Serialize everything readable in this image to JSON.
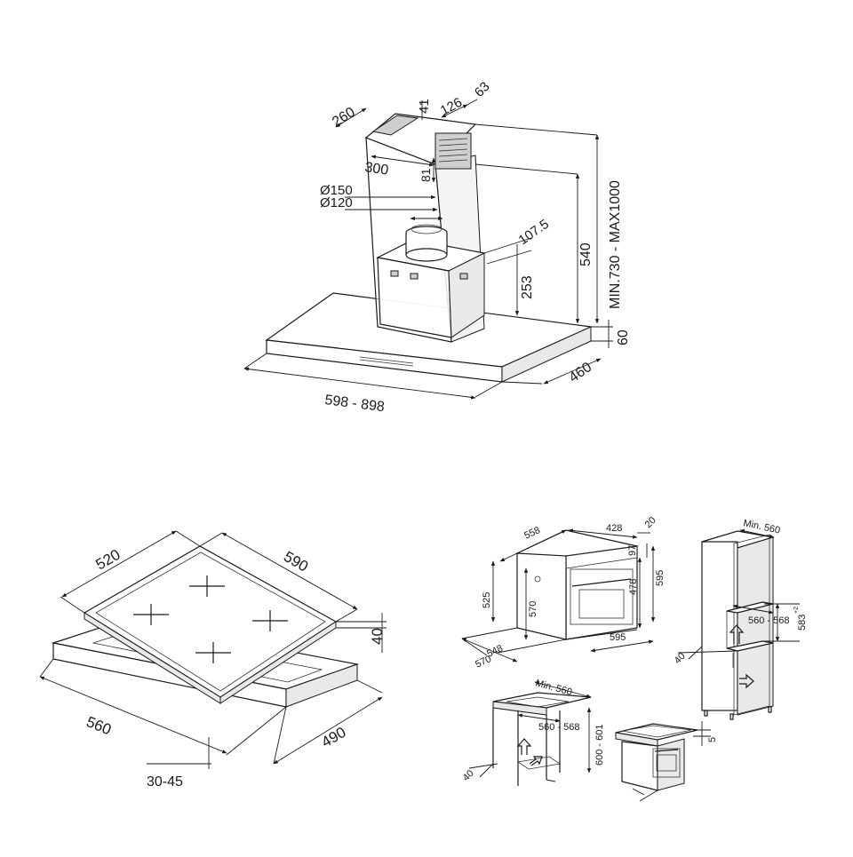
{
  "hood": {
    "labels": [
      "260",
      "41",
      "126",
      "63",
      "300",
      "81",
      "Ø150",
      "Ø120",
      "107.5",
      "540",
      "MIN.730 - MAX1000",
      "253",
      "60",
      "460",
      "598 - 898"
    ]
  },
  "hob": {
    "labels": [
      "520",
      "590",
      "40",
      "560",
      "490",
      "30-45"
    ]
  },
  "oven": {
    "labels": [
      "558",
      "428",
      "20",
      "97",
      "525",
      "570",
      "478",
      "595",
      "548",
      "570",
      "595"
    ]
  },
  "column": {
    "labels": [
      "Min. 560",
      "560 - 568",
      "583",
      "+2",
      "40"
    ]
  },
  "under_counter": {
    "labels": [
      "Min. 560",
      "560 - 568",
      "600 - 601",
      "40"
    ]
  },
  "hob_oven": {
    "labels": [
      "5"
    ]
  }
}
